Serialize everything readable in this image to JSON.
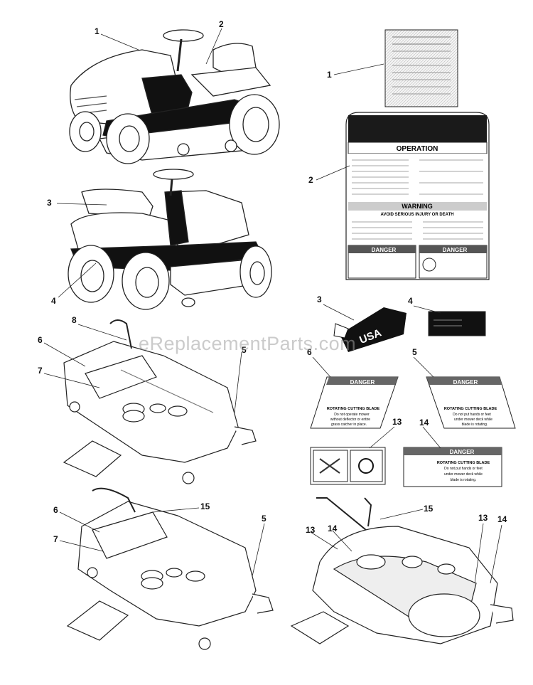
{
  "watermark": "eReplacementParts.com",
  "callouts": {
    "c_left_tractor1_1": "1",
    "c_left_tractor1_2": "2",
    "c_left_tractor2_3": "3",
    "c_left_tractor2_4": "4",
    "c_deck1_8": "8",
    "c_deck1_6": "6",
    "c_deck1_7": "7",
    "c_deck1_5": "5",
    "c_deck2_6": "6",
    "c_deck2_7": "7",
    "c_deck2_15": "15",
    "c_deck2_5": "5",
    "c_decal_1": "1",
    "c_decal_2": "2",
    "c_decal_3": "3",
    "c_decal_4": "4",
    "c_decal_6": "6",
    "c_decal_5": "5",
    "c_decal_13": "13",
    "c_decal_14": "14",
    "c_deck3_15": "15",
    "c_deck3_13a": "13",
    "c_deck3_14a": "14",
    "c_deck3_13b": "13",
    "c_deck3_14b": "14"
  },
  "decals": {
    "operation_title": "OPERATION",
    "warning_title": "WARNING",
    "warning_sub": "AVOID SERIOUS INJURY OR DEATH",
    "danger": "DANGER",
    "usa": "USA",
    "decal6_line1": "ROTATING CUTTING BLADE",
    "decal6_line2": "Do not operate mower",
    "decal6_line3": "without deflector or entire",
    "decal6_line4": "grass catcher in place.",
    "decal5_line1": "ROTATING CUTTING BLADE",
    "decal5_line2": "Do not put hands or feet",
    "decal5_line3": "under mower deck while",
    "decal5_line4": "blade is rotating.",
    "decal14_line1": "ROTATING CUTTING BLADE",
    "decal14_line2": "Do not put hands or feet",
    "decal14_line3": "under mower deck while",
    "decal14_line4": "blade is rotating."
  }
}
